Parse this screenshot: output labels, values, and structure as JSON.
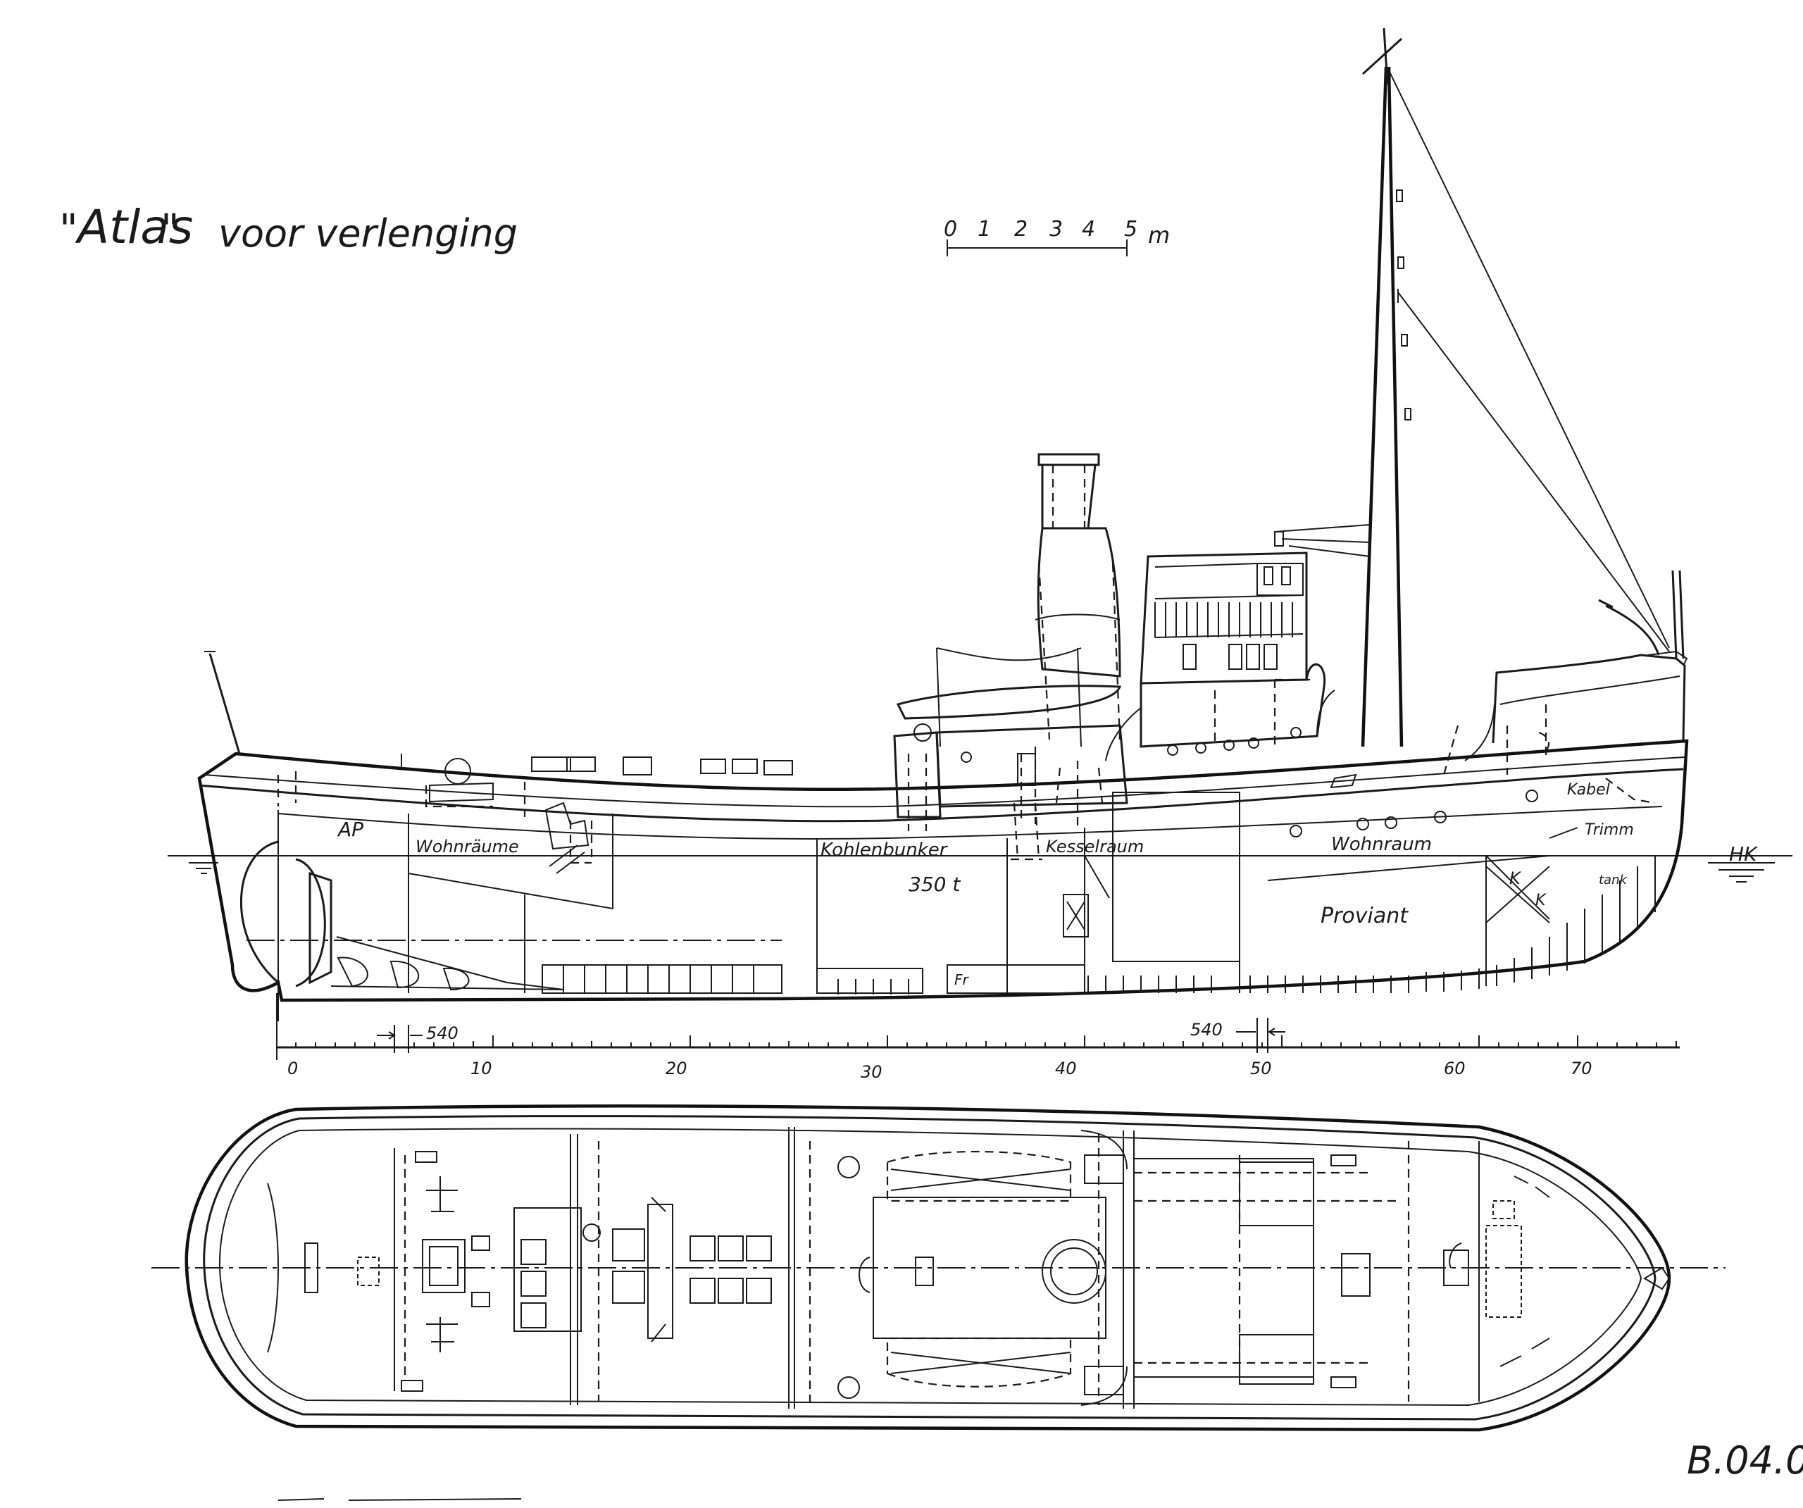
{
  "title": {
    "quote_open": "\"",
    "name": "Atlas",
    "quote_close": "\"",
    "subtitle": "voor verlenging"
  },
  "scale_bar": {
    "ticks": [
      "0",
      "1",
      "2",
      "3",
      "4",
      "5"
    ],
    "unit": "m"
  },
  "compartments": {
    "ap": "AP",
    "wohnraume": "Wohnräume",
    "kohlenbunker": "Kohlenbunker",
    "bunker_capacity": "350 t",
    "kesselraum": "Kesselraum",
    "wohnraum": "Wohnraum",
    "proviant": "Proviant",
    "kabel": "Kabel",
    "trimm": "Trimm",
    "tank": "tank",
    "k1": "K",
    "k2": "K",
    "fr": "Fr",
    "hk": "HK"
  },
  "frame_spacing": {
    "left": "540",
    "right": "540"
  },
  "frame_scale": {
    "labels": [
      "0",
      "10",
      "20",
      "30",
      "40",
      "50",
      "60",
      "70"
    ]
  },
  "drawing_number": "B.04.0"
}
